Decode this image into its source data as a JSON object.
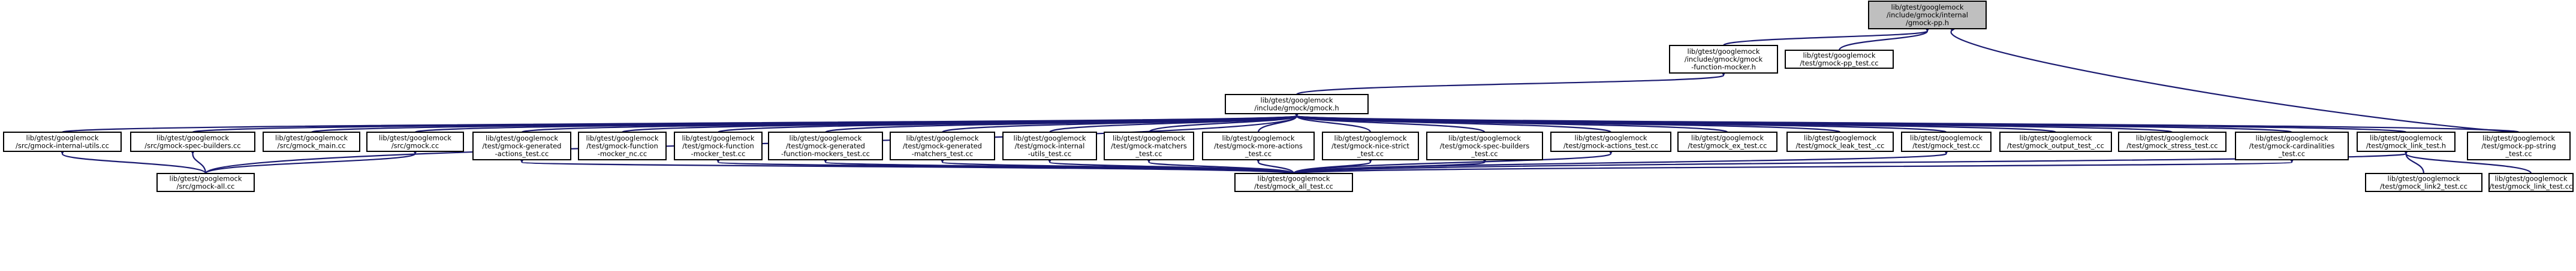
{
  "nodes": {
    "root": [
      "lib/gtest/googlemock",
      "/include/gmock/internal",
      "/gmock-pp.h"
    ],
    "function_mocker": [
      "lib/gtest/googlemock",
      "/include/gmock/gmock",
      "-function-mocker.h"
    ],
    "gmock_pp_test": [
      "lib/gtest/googlemock",
      "/test/gmock-pp_test.cc"
    ],
    "gmock_h": [
      "lib/gtest/googlemock",
      "/include/gmock/gmock.h"
    ],
    "internal_utils": [
      "lib/gtest/googlemock",
      "/src/gmock-internal-utils.cc"
    ],
    "spec_builders": [
      "lib/gtest/googlemock",
      "/src/gmock-spec-builders.cc"
    ],
    "gmock_main": [
      "lib/gtest/googlemock",
      "/src/gmock_main.cc"
    ],
    "gmock_cc": [
      "lib/gtest/googlemock",
      "/src/gmock.cc"
    ],
    "gen_actions": [
      "lib/gtest/googlemock",
      "/test/gmock-generated",
      "-actions_test.cc"
    ],
    "fn_mocker_nc": [
      "lib/gtest/googlemock",
      "/test/gmock-function",
      "-mocker_nc.cc"
    ],
    "fn_mocker_test": [
      "lib/gtest/googlemock",
      "/test/gmock-function",
      "-mocker_test.cc"
    ],
    "gen_fn_mockers": [
      "lib/gtest/googlemock",
      "/test/gmock-generated",
      "-function-mockers_test.cc"
    ],
    "gen_matchers": [
      "lib/gtest/googlemock",
      "/test/gmock-generated",
      "-matchers_test.cc"
    ],
    "internal_utils_test": [
      "lib/gtest/googlemock",
      "/test/gmock-internal",
      "-utils_test.cc"
    ],
    "matchers_test": [
      "lib/gtest/googlemock",
      "/test/gmock-matchers",
      "_test.cc"
    ],
    "more_actions": [
      "lib/gtest/googlemock",
      "/test/gmock-more-actions",
      "_test.cc"
    ],
    "nice_strict": [
      "lib/gtest/googlemock",
      "/test/gmock-nice-strict",
      "_test.cc"
    ],
    "spec_builders_test": [
      "lib/gtest/googlemock",
      "/test/gmock-spec-builders",
      "_test.cc"
    ],
    "actions_test": [
      "lib/gtest/googlemock",
      "/test/gmock-actions_test.cc"
    ],
    "ex_test": [
      "lib/gtest/googlemock",
      "/test/gmock_ex_test.cc"
    ],
    "leak_test": [
      "lib/gtest/googlemock",
      "/test/gmock_leak_test_.cc"
    ],
    "gmock_test": [
      "lib/gtest/googlemock",
      "/test/gmock_test.cc"
    ],
    "output_test": [
      "lib/gtest/googlemock",
      "/test/gmock_output_test_.cc"
    ],
    "stress_test": [
      "lib/gtest/googlemock",
      "/test/gmock_stress_test.cc"
    ],
    "cardinalities": [
      "lib/gtest/googlemock",
      "/test/gmock-cardinalities",
      "_test.cc"
    ],
    "link_test_h": [
      "lib/gtest/googlemock",
      "/test/gmock_link_test.h"
    ],
    "pp_string": [
      "lib/gtest/googlemock",
      "/test/gmock-pp-string",
      "_test.cc"
    ],
    "gmock_all_cc": [
      "lib/gtest/googlemock",
      "/src/gmock-all.cc"
    ],
    "gmock_all_test": [
      "lib/gtest/googlemock",
      "/test/gmock_all_test.cc"
    ],
    "link2_test": [
      "lib/gtest/googlemock",
      "/test/gmock_link2_test.cc"
    ],
    "link_test_cc": [
      "lib/gtest/googlemock",
      "/test/gmock_link_test.cc"
    ]
  },
  "colors": {
    "edge": "#191970",
    "root_fill": "#bfbfbf",
    "node_fill": "#ffffff",
    "border": "#000000"
  }
}
